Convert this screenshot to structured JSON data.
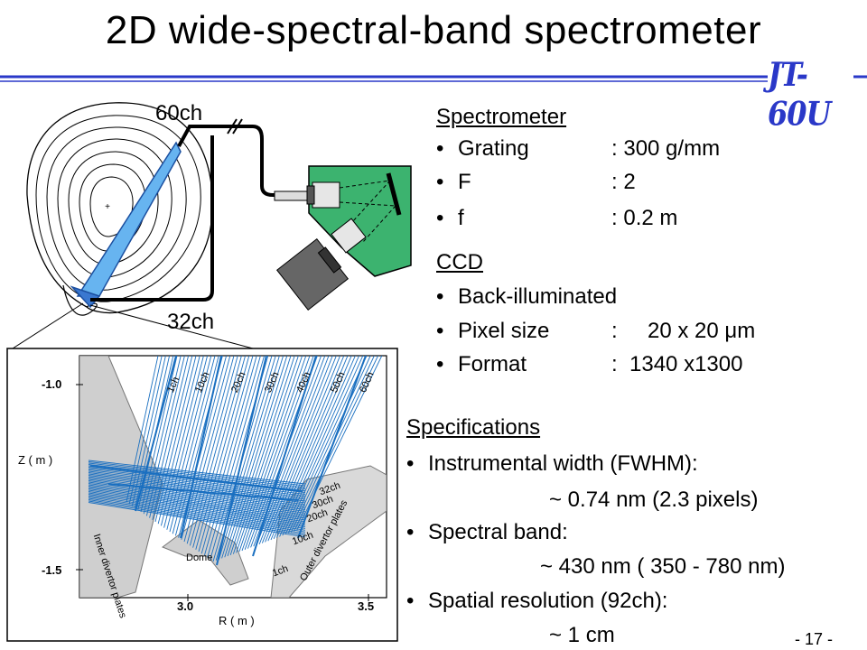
{
  "title": "2D wide-spectral-band spectrometer",
  "logo": "JT-60U",
  "diagram": {
    "label_top": "60ch",
    "label_bottom": "32ch",
    "inset": {
      "y_axis_label": "Z ( m )",
      "x_axis_label": "R ( m )",
      "y_ticks": [
        "-1.0",
        "-1.5"
      ],
      "x_ticks": [
        "3.0",
        "3.5"
      ],
      "chord_labels_top": [
        "1ch",
        "10ch",
        "20ch",
        "30ch",
        "40ch",
        "50ch",
        "60ch"
      ],
      "chord_labels_right": [
        "32ch",
        "30ch",
        "20ch",
        "10ch",
        "1ch"
      ],
      "inner_plates": "Inner divertor plates",
      "outer_plates": "Outer divertor plates",
      "dome": "Dome"
    }
  },
  "spectrometer": {
    "heading": "Spectrometer",
    "items": [
      {
        "key": "Grating",
        "sep": ":",
        "value": "300 g/mm"
      },
      {
        "key": "F",
        "sep": ":",
        "value": "2"
      },
      {
        "key": "f",
        "sep": ":",
        "value": "0.2 m"
      }
    ]
  },
  "ccd": {
    "heading": "CCD",
    "items": [
      {
        "text": "Back-illuminated"
      },
      {
        "key": "Pixel size",
        "sep": ":",
        "value": "20 x 20 μm"
      },
      {
        "key": "Format",
        "sep": ":",
        "value": "1340 x1300"
      }
    ]
  },
  "specifications": {
    "heading": "Specifications",
    "items": [
      {
        "text": "Instrumental width (FWHM):",
        "detail": "~ 0.74 nm (2.3 pixels)"
      },
      {
        "text": "Spectral band:",
        "detail": "~ 430 nm ( 350 - 780 nm)"
      },
      {
        "text": "Spatial resolution (92ch):",
        "detail": "~  1  cm"
      }
    ]
  },
  "page_number": "- 17 -",
  "colors": {
    "accent_blue": "#2a38c8",
    "fan_blue": "#67b4f0",
    "spectrometer_green": "#3cb36f",
    "chord_blue": "#1a6fc0"
  }
}
